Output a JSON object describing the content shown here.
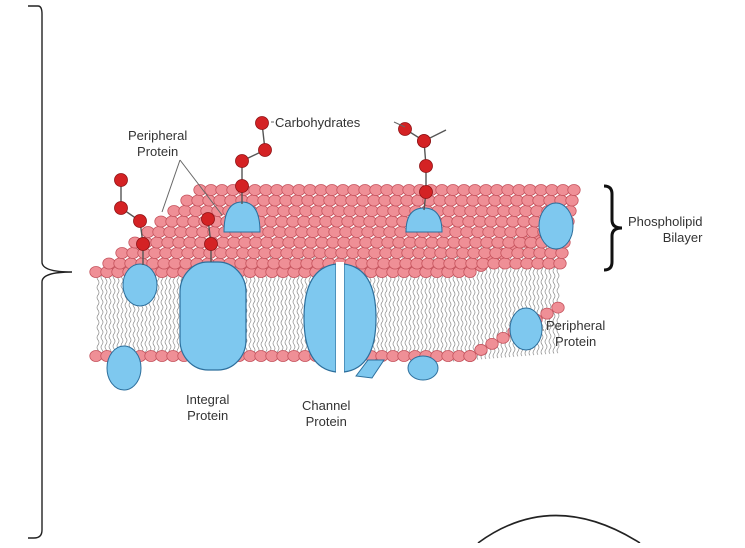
{
  "diagram": {
    "labels": {
      "peripheral_top": [
        "Peripheral",
        "Protein"
      ],
      "carbohydrates": "Carbohydrates",
      "phospholipid": [
        "Phospholipid",
        "Bilayer"
      ],
      "peripheral_right": [
        "Peripheral",
        "Protein"
      ],
      "integral": [
        "Integral",
        "Protein"
      ],
      "channel": [
        "Channel",
        "Protein"
      ]
    }
  },
  "colors": {
    "lipid_head": "#ef8f96",
    "lipid_head_stroke": "#c5535d",
    "protein": "#7ec8ef",
    "protein_stroke": "#2d6f9c",
    "carbohydrate": "#d42224",
    "tail": "#8a8a8a"
  }
}
